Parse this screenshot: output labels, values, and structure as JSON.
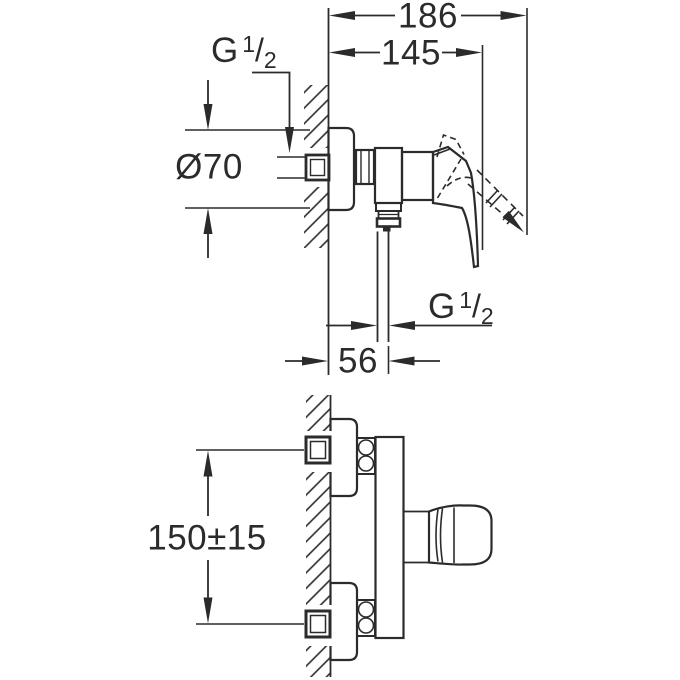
{
  "drawing": {
    "type": "technical-dimension-drawing",
    "subject": "wall-mounted-single-lever-shower-mixer",
    "colors": {
      "line": "#2b2b2b",
      "background": "#ffffff"
    },
    "labels": {
      "total_depth": "186",
      "depth_to_handle": "145",
      "wall_thread": {
        "g": "G",
        "num": "1",
        "slash": "/",
        "den": "2"
      },
      "escutcheon_diameter": "Ø70",
      "outlet_thread": {
        "g": "G",
        "num": "1",
        "slash": "/",
        "den": "2"
      },
      "outlet_offset": "56",
      "connection_distance": "150±15"
    }
  }
}
